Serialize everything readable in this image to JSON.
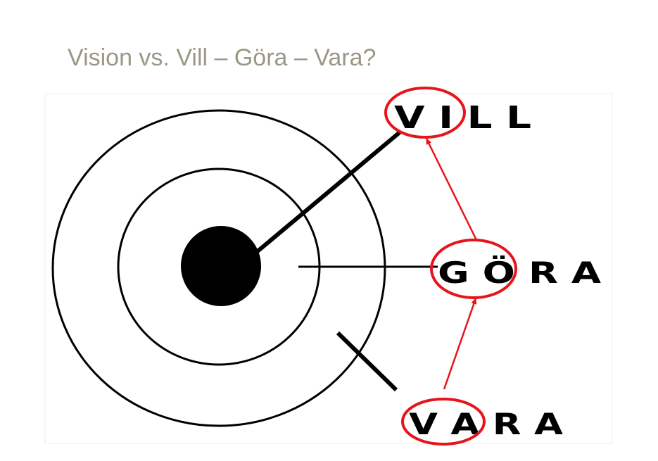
{
  "slide": {
    "title": "Vision vs. Vill – Göra – Vara?"
  },
  "diagram": {
    "labels": {
      "vill": "V I L L",
      "gora": "G Ö R A",
      "vara": "V A R A"
    },
    "colors": {
      "ink": "#000000",
      "highlight": "#e8141b",
      "title": "#9a9786"
    }
  }
}
